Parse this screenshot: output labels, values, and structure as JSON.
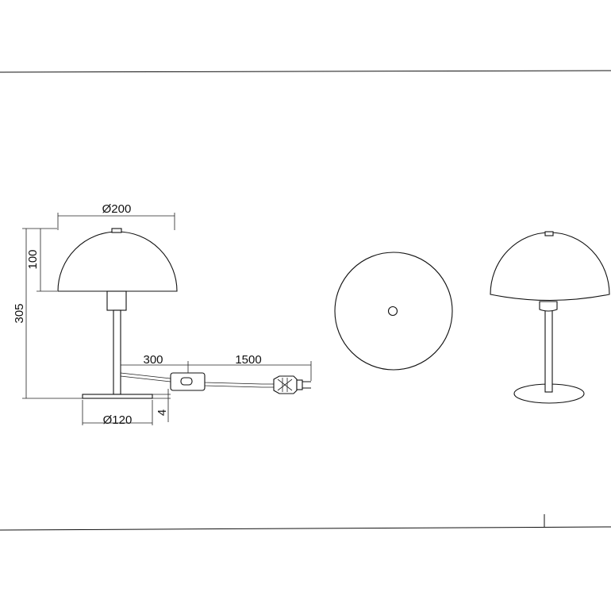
{
  "drawing": {
    "title": "Table lamp dimension drawing",
    "dimensions": {
      "shade_diameter": "Ø200",
      "shade_height": "100",
      "total_height": "305",
      "base_diameter": "Ø120",
      "base_thickness": "4",
      "cable_to_switch": "300",
      "cable_total": "1500"
    },
    "views": [
      "side-view-with-dimensions",
      "top-view",
      "perspective-view"
    ]
  }
}
